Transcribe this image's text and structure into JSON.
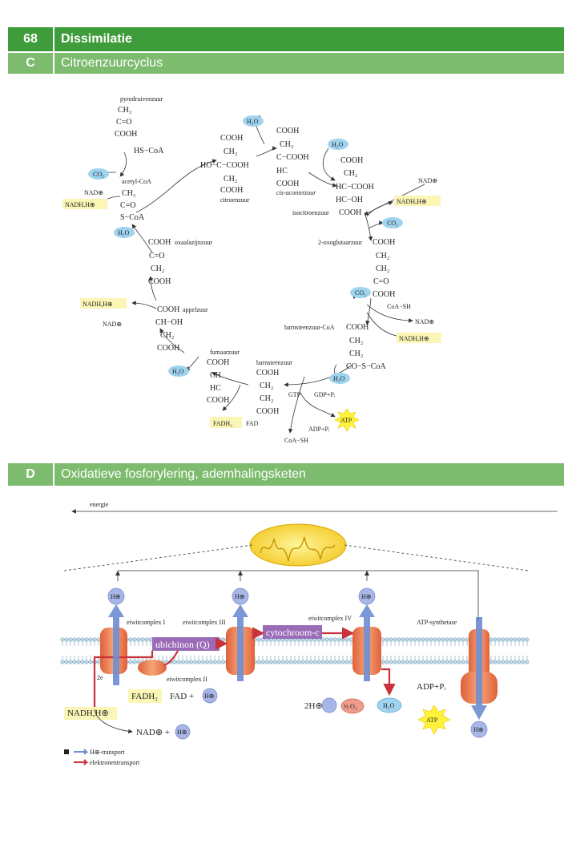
{
  "header": {
    "page_number": "68",
    "title": "Dissimilatie"
  },
  "section_c": {
    "letter": "C",
    "title": "Citroenzuurcyclus"
  },
  "section_d": {
    "letter": "D",
    "title": "Oxidatieve fosforylering, ademhalingsketen"
  },
  "cycle": {
    "pyrodruivenzuur": "pyrodruivenzuur",
    "hscoa": "HS−CoA",
    "co2": "CO₂",
    "nad": "NAD⊕",
    "nadh": "NADH,H⊕",
    "acetylcoa": "acetyl-CoA",
    "h2o": "H₂O",
    "citroenzuur": "citroenzuur",
    "aconietzuur": "cis-aconietzuur",
    "isocitroenzuur": "isocitroenzuur",
    "oxoglutaarzuur": "2-oxoglutaarzuur",
    "coash": "CoA−SH",
    "barnsteenzuurcoa": "barnsteenzuur-CoA",
    "barnsteenzuur": "barnsteenzuur",
    "gtp": "GTP",
    "gdp": "GDP+Pᵢ",
    "atp": "ATP",
    "adp": "ADP+Pᵢ",
    "fumaarzuur": "fumaarzuur",
    "fadh2": "FADH₂",
    "fad": "FAD",
    "appelzuur": "appelzuur",
    "oxaalazijnzuur": "oxaalazijnzuur"
  },
  "chain": {
    "energie": "energie",
    "h_ion": "H⊕",
    "complex1": "eiwitcomplex I",
    "complex2": "eiwitcomplex II",
    "complex3": "eiwitcomplex III",
    "complex4": "eiwitcomplex IV",
    "atp_synthase": "ATP-synthetase",
    "ubiquinone": "ubichinon (Q)",
    "cytochrome": "cytochroom-c",
    "two_e": "2e",
    "nadh": "NADH,H⊕",
    "fadh2": "FADH₂",
    "fad_h": "FAD + ",
    "nad_h": "NAD⊕ + ",
    "two_h": "2H⊕ + ",
    "half_o2": "½ O₂",
    "h2o": "H₂O",
    "adp": "ADP+Pᵢ",
    "atp": "ATP"
  },
  "legend": {
    "h_transport": "H⊕-transport",
    "electron_transport": "elektronentransport"
  },
  "colors": {
    "dark_green": "#3f9c3a",
    "light_green": "#7dbb6e",
    "highlight": "#fbf6b5",
    "bubble": "#9fd3ee",
    "complex": "#e8784a",
    "purple": "#9b6bb7",
    "proton_arrow": "#6f8fd1",
    "electron_arrow": "#c8323a"
  }
}
